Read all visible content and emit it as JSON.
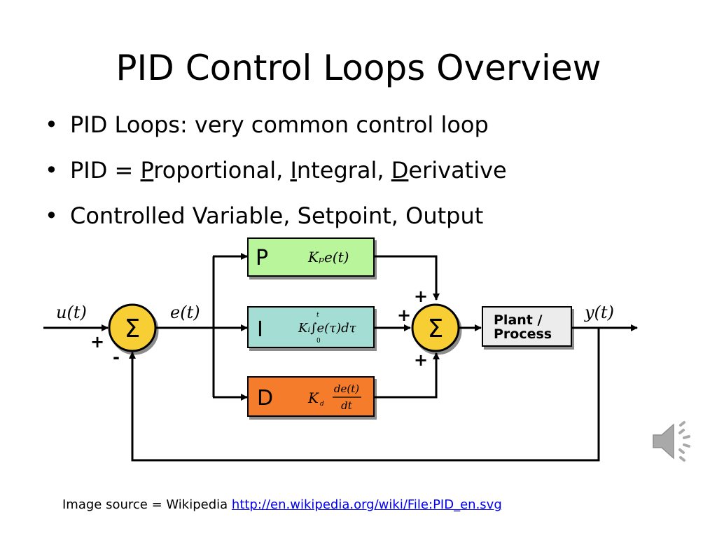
{
  "slide": {
    "title": "PID Control Loops Overview",
    "bullets": [
      {
        "parts": [
          "PID Loops: very common control loop"
        ]
      },
      {
        "parts": [
          "PID = ",
          "P",
          "roportional, ",
          "I",
          "ntegral, ",
          "D",
          "erivative"
        ]
      },
      {
        "parts": [
          "Controlled Variable, Setpoint, Output"
        ]
      }
    ],
    "footer": {
      "label": "Image source = Wikipedia ",
      "link_text": "http://en.wikipedia.org/wiki/File:PID_en.svg"
    },
    "audio_icon": "speaker-icon"
  },
  "diagram": {
    "input_label": "u(t)",
    "error_label": "e(t)",
    "output_label": "y(t)",
    "sum_symbol": "Σ",
    "sum1_plus": "+",
    "sum1_minus": "-",
    "sum2_plus_top": "+",
    "sum2_plus_left": "+",
    "sum2_plus_bottom": "+",
    "p_box": {
      "letter": "P",
      "formula": "Kₚe(t)"
    },
    "i_box": {
      "letter": "I",
      "formula": "Kᵢ∫e(τ)dτ",
      "upper_limit": "t",
      "lower_limit": "0"
    },
    "d_box": {
      "letter": "D",
      "k_part": "K",
      "sub": "d",
      "numerator": "de(t)",
      "denominator": "dt"
    },
    "plant_box": {
      "line1": "Plant /",
      "line2": "Process"
    },
    "colors": {
      "p_fill": "#b9f59a",
      "i_fill": "#a4ddd4",
      "d_fill": "#f47c2c",
      "sum_fill": "#f7cf34",
      "plant_fill": "#ececec",
      "line": "#000000"
    }
  }
}
